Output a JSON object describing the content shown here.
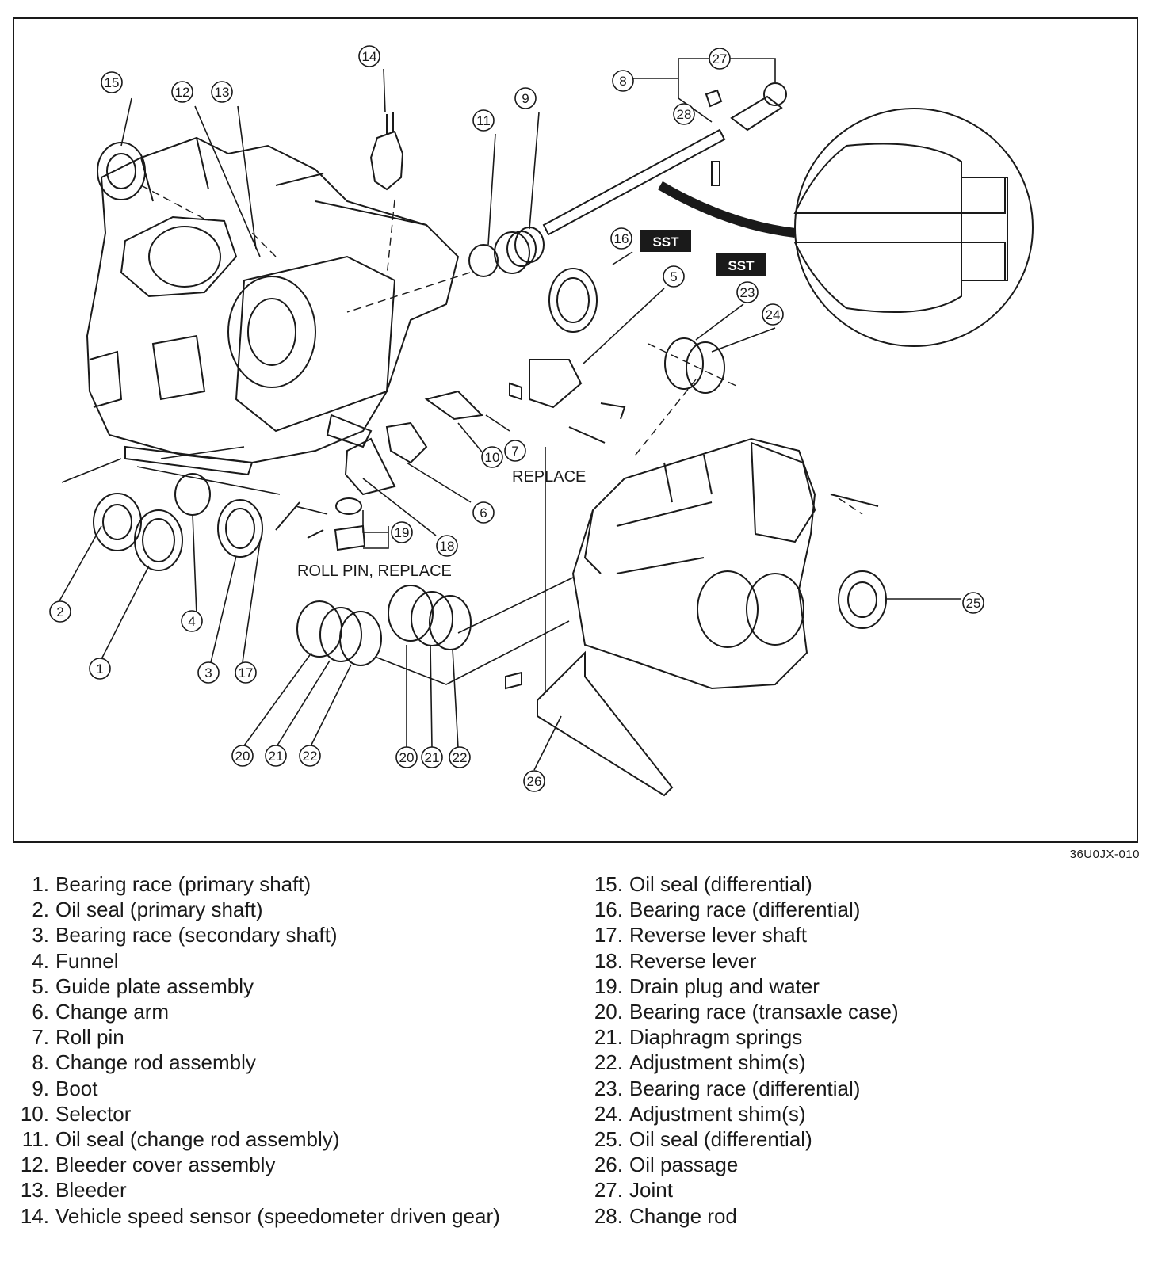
{
  "diagram": {
    "callouts": [
      "15",
      "12",
      "13",
      "14",
      "11",
      "9",
      "8",
      "27",
      "28",
      "16",
      "5",
      "23",
      "24",
      "7",
      "10",
      "6",
      "18",
      "19",
      "2",
      "4",
      "1",
      "3",
      "17",
      "20",
      "21",
      "22",
      "20",
      "21",
      "22",
      "26",
      "25"
    ],
    "labels": {
      "sst_1": "SST",
      "sst_2": "SST",
      "replace": "REPLACE",
      "roll_pin_replace": "ROLL PIN, REPLACE"
    },
    "figure_code": "36U0JX-010"
  },
  "legend": [
    {
      "num": "1.",
      "text": "Bearing race (primary shaft)"
    },
    {
      "num": "2.",
      "text": "Oil seal (primary shaft)"
    },
    {
      "num": "3.",
      "text": "Bearing race (secondary shaft)"
    },
    {
      "num": "4.",
      "text": "Funnel"
    },
    {
      "num": "5.",
      "text": "Guide plate assembly"
    },
    {
      "num": "6.",
      "text": "Change arm"
    },
    {
      "num": "7.",
      "text": "Roll pin"
    },
    {
      "num": "8.",
      "text": "Change rod assembly"
    },
    {
      "num": "9.",
      "text": "Boot"
    },
    {
      "num": "10.",
      "text": "Selector"
    },
    {
      "num": "11.",
      "text": "Oil seal (change rod assembly)"
    },
    {
      "num": "12.",
      "text": "Bleeder cover assembly"
    },
    {
      "num": "13.",
      "text": "Bleeder"
    },
    {
      "num": "14.",
      "text": "Vehicle speed sensor (speedometer driven gear)"
    },
    {
      "num": "15.",
      "text": "Oil seal (differential)"
    },
    {
      "num": "16.",
      "text": "Bearing race (differential)"
    },
    {
      "num": "17.",
      "text": "Reverse lever shaft"
    },
    {
      "num": "18.",
      "text": "Reverse lever"
    },
    {
      "num": "19.",
      "text": "Drain plug and water"
    },
    {
      "num": "20.",
      "text": "Bearing race (transaxle case)"
    },
    {
      "num": "21.",
      "text": "Diaphragm springs"
    },
    {
      "num": "22.",
      "text": "Adjustment shim(s)"
    },
    {
      "num": "23.",
      "text": "Bearing race (differential)"
    },
    {
      "num": "24.",
      "text": "Adjustment shim(s)"
    },
    {
      "num": "25.",
      "text": "Oil seal (differential)"
    },
    {
      "num": "26.",
      "text": "Oil passage"
    },
    {
      "num": "27.",
      "text": "Joint"
    },
    {
      "num": "28.",
      "text": "Change rod"
    }
  ]
}
